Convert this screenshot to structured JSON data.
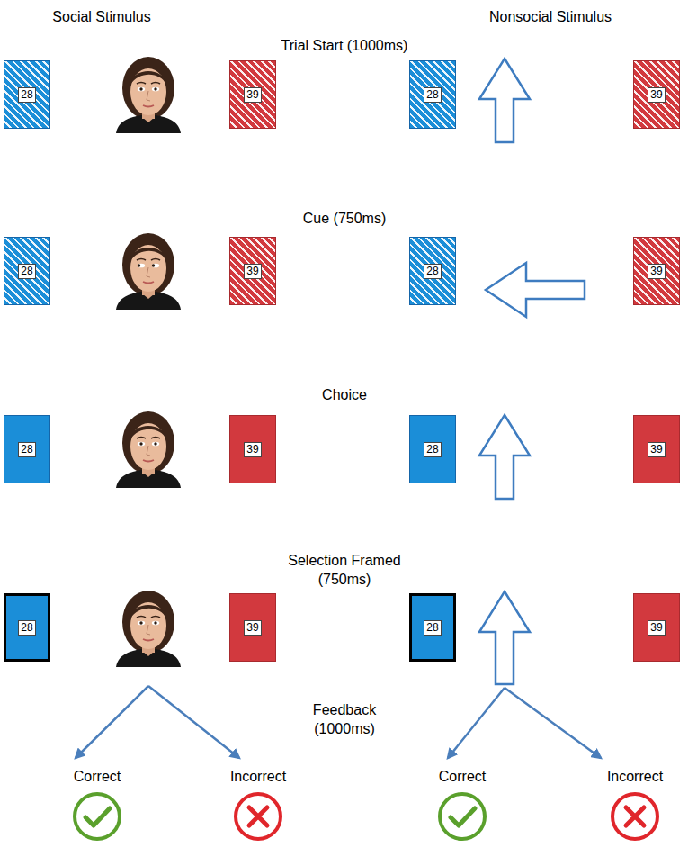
{
  "diagram": {
    "nodes": [
      {
        "text": [
          "28"
        ]
      },
      {
        "text": [
          "39"
        ]
      },
      {
        "text": [
          "28"
        ]
      },
      {
        "text": [
          "39"
        ]
      },
      {
        "text": [
          "28"
        ]
      },
      {
        "text": [
          "39"
        ]
      },
      {
        "text": [
          "28"
        ]
      },
      {
        "text": [
          "39"
        ]
      },
      {
        "text": [
          "28"
        ]
      },
      {
        "text": [
          "39"
        ]
      },
      {
        "text": [
          "28"
        ]
      },
      {
        "text": [
          "39"
        ]
      },
      {
        "text": [
          "28"
        ]
      },
      {
        "text": [
          "39"
        ]
      },
      {
        "text": [
          "28"
        ]
      },
      {
        "text": [
          "39"
        ]
      }
    ],
    "labels": [
      "Social Stimulus",
      "Nonsocial Stimulus",
      "Trial Start (1000ms)",
      "Cue (750ms)",
      "Choice",
      "Selection Framed (750ms)",
      "Feedback (1000ms)",
      "Correct",
      "Incorrect",
      "Correct",
      "Incorrect"
    ]
  }
}
